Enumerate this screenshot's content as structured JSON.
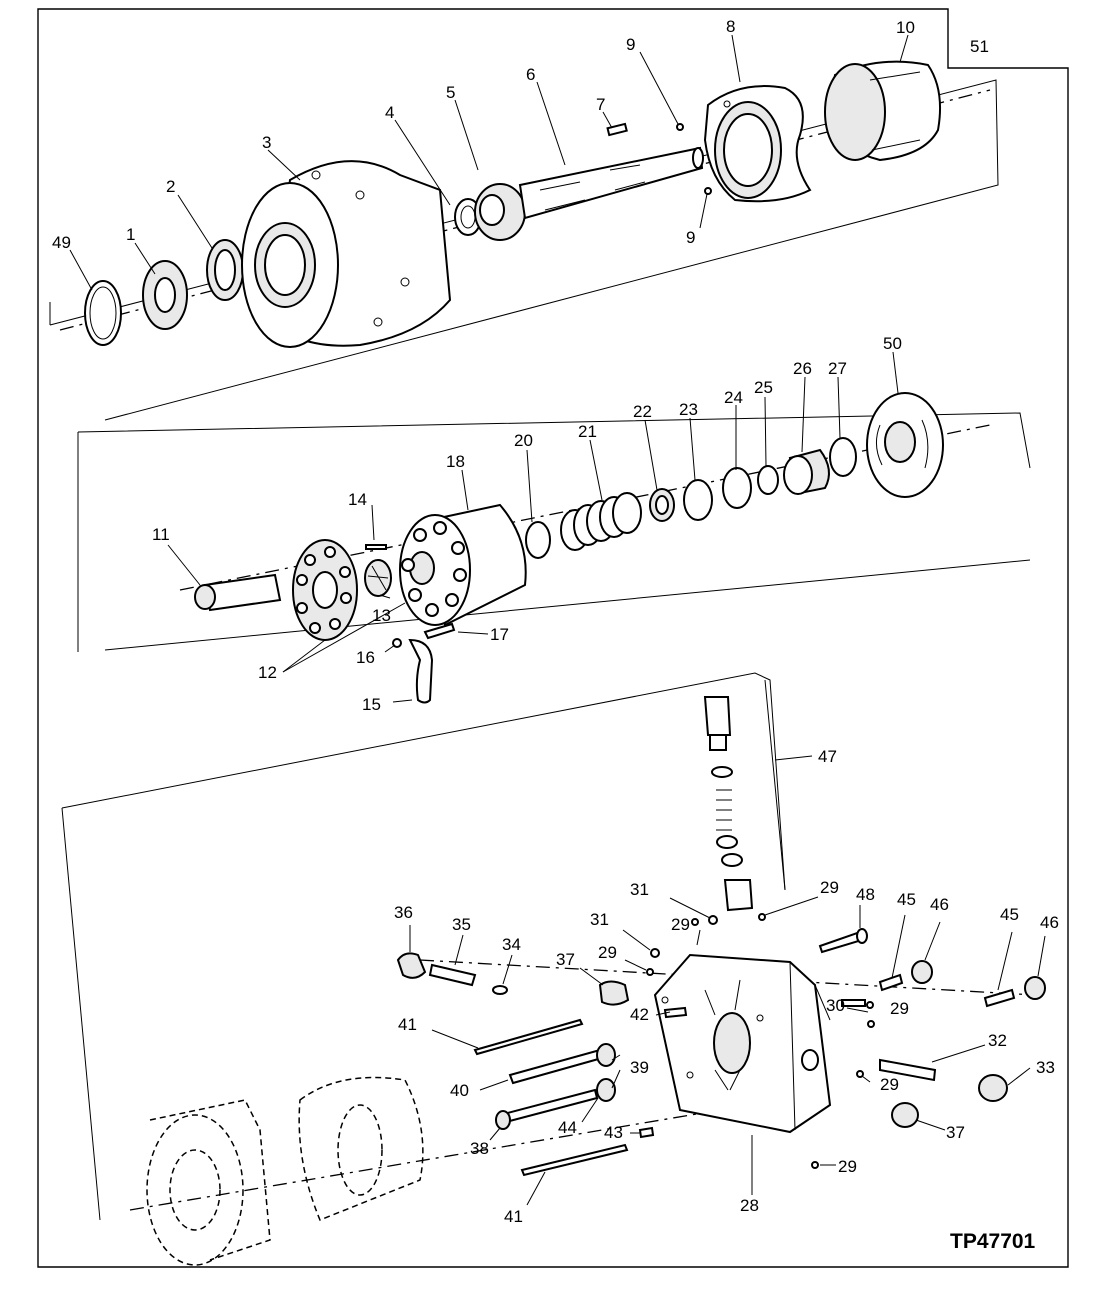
{
  "figure_code": "TP47701",
  "labels": [
    {
      "id": "p49",
      "text": "49"
    },
    {
      "id": "p1",
      "text": "1"
    },
    {
      "id": "p2",
      "text": "2"
    },
    {
      "id": "p3",
      "text": "3"
    },
    {
      "id": "p4",
      "text": "4"
    },
    {
      "id": "p5",
      "text": "5"
    },
    {
      "id": "p6",
      "text": "6"
    },
    {
      "id": "p7",
      "text": "7"
    },
    {
      "id": "p9a",
      "text": "9"
    },
    {
      "id": "p8",
      "text": "8"
    },
    {
      "id": "p10",
      "text": "10"
    },
    {
      "id": "p51",
      "text": "51"
    },
    {
      "id": "p9b",
      "text": "9"
    },
    {
      "id": "p50",
      "text": "50"
    },
    {
      "id": "p27",
      "text": "27"
    },
    {
      "id": "p26",
      "text": "26"
    },
    {
      "id": "p25",
      "text": "25"
    },
    {
      "id": "p24",
      "text": "24"
    },
    {
      "id": "p23",
      "text": "23"
    },
    {
      "id": "p22",
      "text": "22"
    },
    {
      "id": "p21",
      "text": "21"
    },
    {
      "id": "p20",
      "text": "20"
    },
    {
      "id": "p18",
      "text": "18"
    },
    {
      "id": "p14",
      "text": "14"
    },
    {
      "id": "p11",
      "text": "11"
    },
    {
      "id": "p13",
      "text": "13"
    },
    {
      "id": "p17",
      "text": "17"
    },
    {
      "id": "p16",
      "text": "16"
    },
    {
      "id": "p12",
      "text": "12"
    },
    {
      "id": "p15",
      "text": "15"
    },
    {
      "id": "p47",
      "text": "47"
    },
    {
      "id": "p31a",
      "text": "31"
    },
    {
      "id": "p29a",
      "text": "29"
    },
    {
      "id": "p48",
      "text": "48"
    },
    {
      "id": "p45a",
      "text": "45"
    },
    {
      "id": "p46a",
      "text": "46"
    },
    {
      "id": "p45b",
      "text": "45"
    },
    {
      "id": "p46b",
      "text": "46"
    },
    {
      "id": "p36",
      "text": "36"
    },
    {
      "id": "p35",
      "text": "35"
    },
    {
      "id": "p34",
      "text": "34"
    },
    {
      "id": "p31b",
      "text": "31"
    },
    {
      "id": "p29b",
      "text": "29"
    },
    {
      "id": "p29c",
      "text": "29"
    },
    {
      "id": "p37a",
      "text": "37"
    },
    {
      "id": "p30",
      "text": "30"
    },
    {
      "id": "p29d",
      "text": "29"
    },
    {
      "id": "p42",
      "text": "42"
    },
    {
      "id": "p41a",
      "text": "41"
    },
    {
      "id": "p32",
      "text": "32"
    },
    {
      "id": "p33",
      "text": "33"
    },
    {
      "id": "p39",
      "text": "39"
    },
    {
      "id": "p29e",
      "text": "29"
    },
    {
      "id": "p40",
      "text": "40"
    },
    {
      "id": "p37b",
      "text": "37"
    },
    {
      "id": "p44",
      "text": "44"
    },
    {
      "id": "p43",
      "text": "43"
    },
    {
      "id": "p38",
      "text": "38"
    },
    {
      "id": "p29f",
      "text": "29"
    },
    {
      "id": "p28",
      "text": "28"
    },
    {
      "id": "p41b",
      "text": "41"
    }
  ]
}
